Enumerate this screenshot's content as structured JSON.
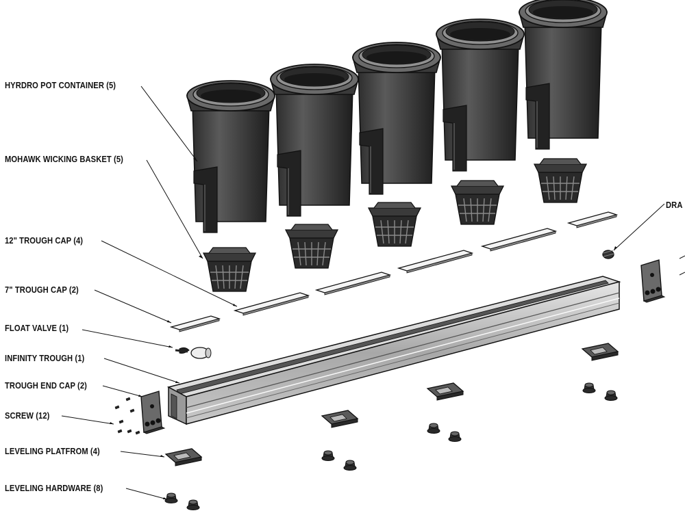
{
  "labels": {
    "pot_container": "HYRDRO POT CONTAINER (5)",
    "wicking_basket": "MOHAWK WICKING BASKET (5)",
    "trough_cap_12": "12\" TROUGH CAP (4)",
    "trough_cap_7": "7\" TROUGH CAP (2)",
    "float_valve": "FLOAT VALVE (1)",
    "infinity_trough": "INFINITY TROUGH (1)",
    "trough_end_cap": "TROUGH END CAP (2)",
    "screw": "SCREW (12)",
    "leveling_platform": "LEVELING PLATFROM (4)",
    "leveling_hardware": "LEVELING HARDWARE (8)",
    "drain_partial": "DRA"
  }
}
